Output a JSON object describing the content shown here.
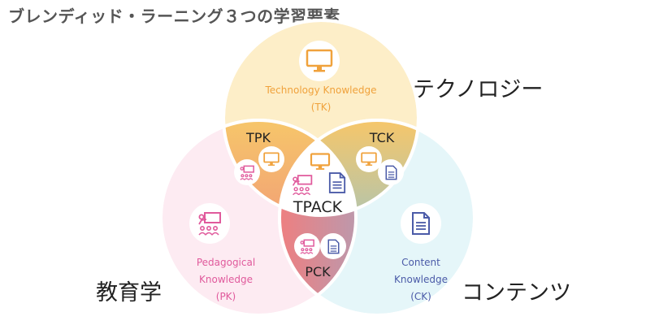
{
  "title": "ブレンディッド・ラーニング３つの学習要素",
  "labels": {
    "technology": "テクノロジー",
    "pedagogy": "教育学",
    "content": "コンテンツ"
  },
  "regions": {
    "tk": {
      "line1": "Technology Knowledge",
      "line2": "(TK)",
      "color": "#f0a23c"
    },
    "pk": {
      "line1": "Pedagogical",
      "line2": "Knowledge",
      "line3": "(PK)",
      "color": "#e05a9c"
    },
    "ck": {
      "line1": "Content",
      "line2": "Knowledge",
      "line3": "(CK)",
      "color": "#4b5ba8"
    }
  },
  "overlaps": {
    "tpk": "TPK",
    "tck": "TCK",
    "pck": "PCK",
    "tpack": "TPACK"
  },
  "icons": {
    "monitor": "monitor-icon",
    "teacher": "teacher-class-icon",
    "document": "document-icon"
  }
}
